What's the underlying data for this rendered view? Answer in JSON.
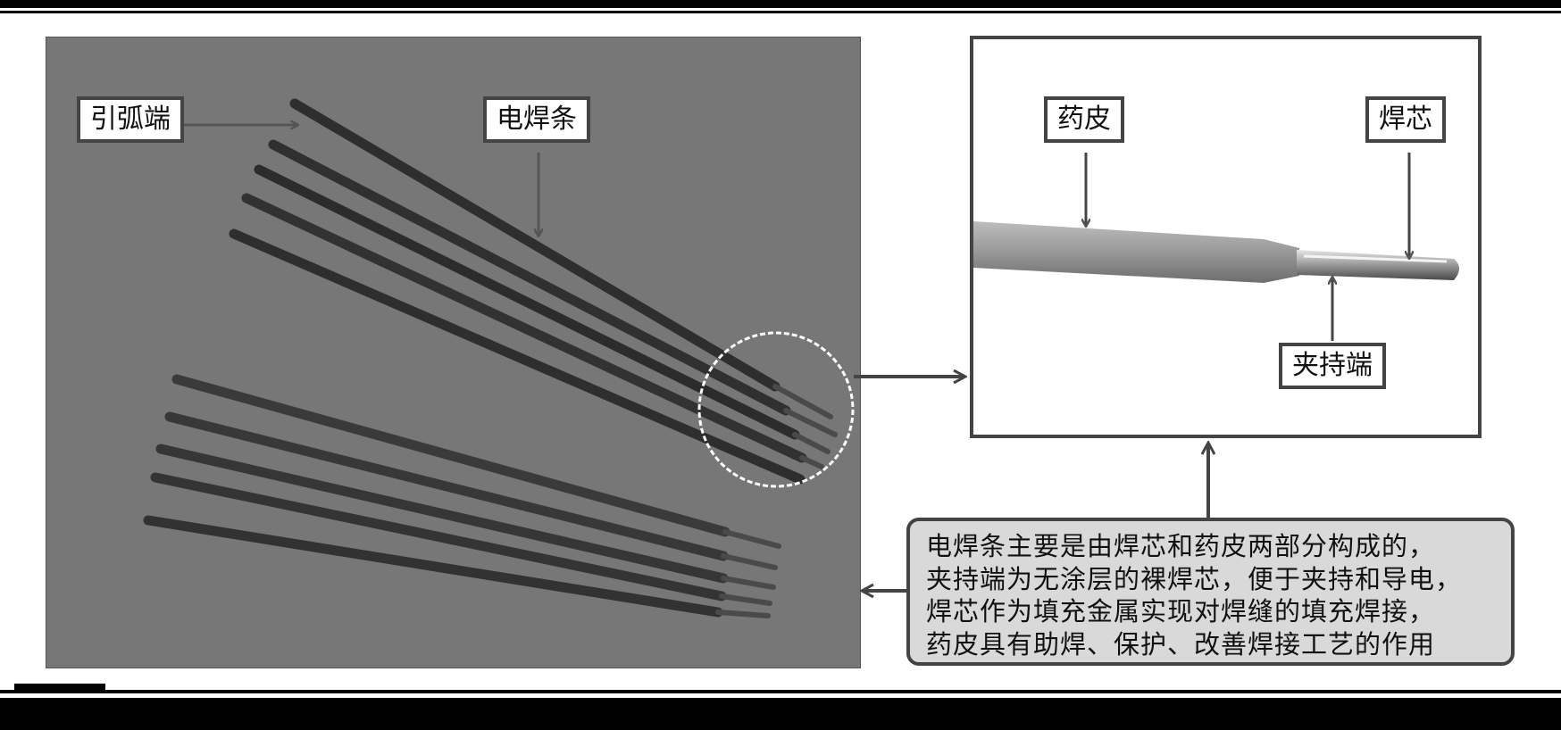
{
  "labels": {
    "arc_end": "引弧端",
    "electrode": "电焊条",
    "coating": "药皮",
    "core": "焊芯",
    "clamp_end": "夹持端"
  },
  "description": {
    "lines": [
      "电焊条主要是由焊芯和药皮两部分构成的，",
      "夹持端为无涂层的裸焊芯，便于夹持和导电，",
      "焊芯作为填充金属实现对焊缝的填充焊接，",
      "药皮具有助焊、保护、改善焊接工艺的作用"
    ]
  },
  "colors": {
    "panel_bg": "#777777",
    "rod_dark": "#2e2e2e",
    "coating_gray": "#9a9a9a",
    "frame": "#444444",
    "text_box_bg": "#d9d9d9"
  }
}
